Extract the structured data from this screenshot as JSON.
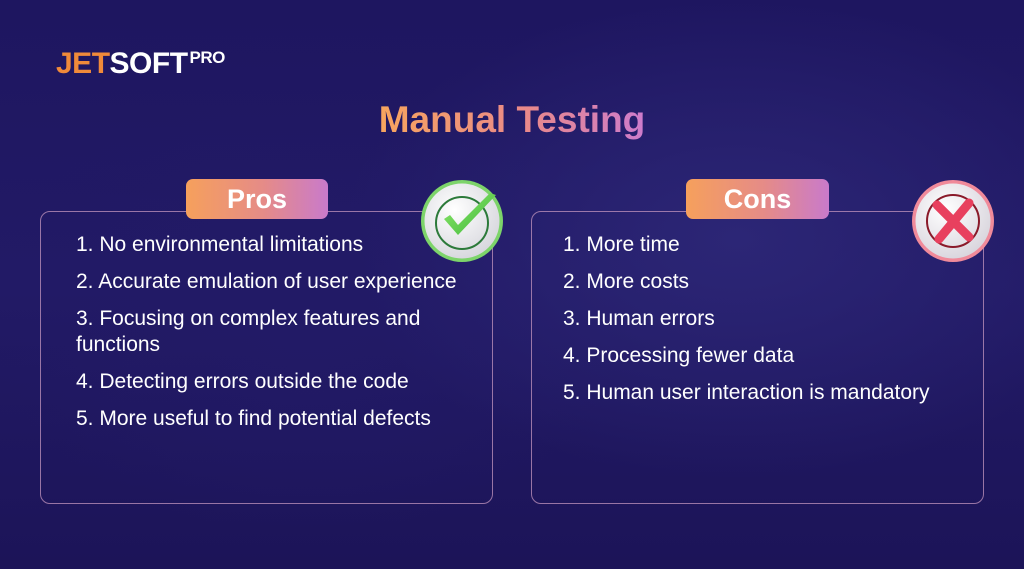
{
  "brand": {
    "logo_part1": "JET",
    "logo_part2": "SOFT",
    "logo_part3": "PRO",
    "accent_orange": "#f08a3a"
  },
  "title": "Manual Testing",
  "pros": {
    "label": "Pros",
    "icon": "check-circle-icon",
    "items": [
      "1. No environmental limitations",
      "2. Accurate emulation of user experience",
      "3. Focusing on complex features and functions",
      "4. Detecting errors outside the code",
      "5. More useful to find potential defects"
    ]
  },
  "cons": {
    "label": "Cons",
    "icon": "x-circle-icon",
    "items": [
      "1. More time",
      "2. More costs",
      "3. Human errors",
      "4. Processing fewer data",
      "5. Human user interaction is mandatory"
    ]
  },
  "colors": {
    "background": "#221a66",
    "badge_gradient_start": "#f6a05c",
    "badge_gradient_end": "#c97acb",
    "check_green": "#5fcf4a",
    "cross_red": "#e8405e"
  }
}
